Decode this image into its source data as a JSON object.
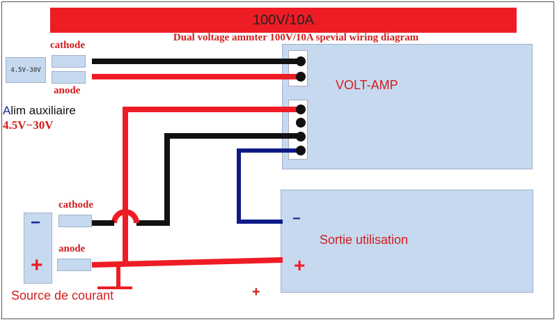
{
  "banner": {
    "title": "100V/10A"
  },
  "subtitle": "Dual voltage ammter 100V/10A spevial wiring diagram",
  "aux_supply": {
    "box_label": "4.5V-30V",
    "cathode_label": "cathode",
    "anode_label": "anode",
    "title_initial": "A",
    "title_rest": "lim auxiliaire",
    "range": "4.5V−30V"
  },
  "meter": {
    "label": "VOLT-AMP"
  },
  "output": {
    "label": "Sortie utilisation",
    "minus": "−",
    "plus": "+"
  },
  "source": {
    "cathode_label": "cathode",
    "anode_label": "anode",
    "minus": "−",
    "plus": "+",
    "title": "Source de courant"
  },
  "loose_plus": "+",
  "colors": {
    "red_wire": "#ee1c25",
    "black_wire": "#111111",
    "blue_wire": "#0e1a87",
    "panel": "#c7d9ef",
    "label_red": "#d21e1e",
    "label_blue": "#1a2a9a"
  }
}
